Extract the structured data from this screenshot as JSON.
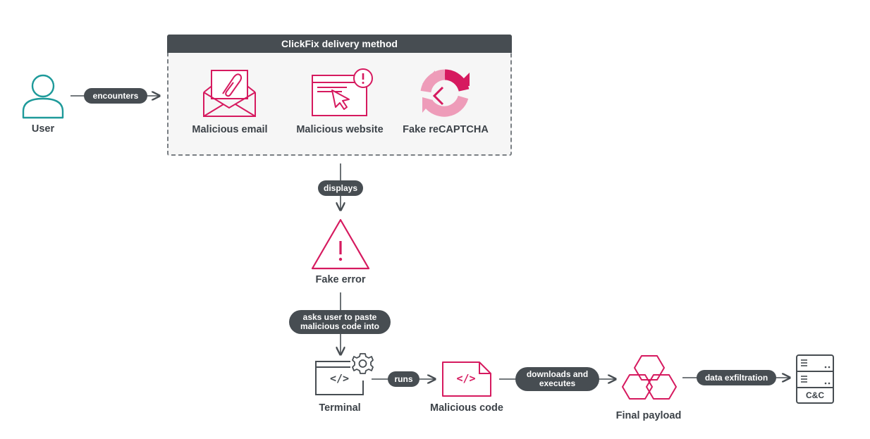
{
  "frame": {
    "title": "ClickFix delivery method"
  },
  "nodes": {
    "user": "User",
    "malicious_email": "Malicious email",
    "malicious_website": "Malicious website",
    "fake_recaptcha": "Fake reCAPTCHA",
    "fake_error": "Fake error",
    "terminal": "Terminal",
    "malicious_code": "Malicious code",
    "final_payload": "Final payload",
    "cnc": "C&C"
  },
  "edges": {
    "encounters": "encounters",
    "displays": "displays",
    "asks_paste": "asks user to paste\nmalicious code into",
    "runs": "runs",
    "downloads_executes": "downloads and\nexecutes",
    "exfiltration": "data exfiltration"
  },
  "code_glyph": "</>",
  "colors": {
    "accent": "#d61a5f",
    "accent_light": "#ee9cb9",
    "user": "#1e9a9a",
    "dark": "#474d52"
  }
}
